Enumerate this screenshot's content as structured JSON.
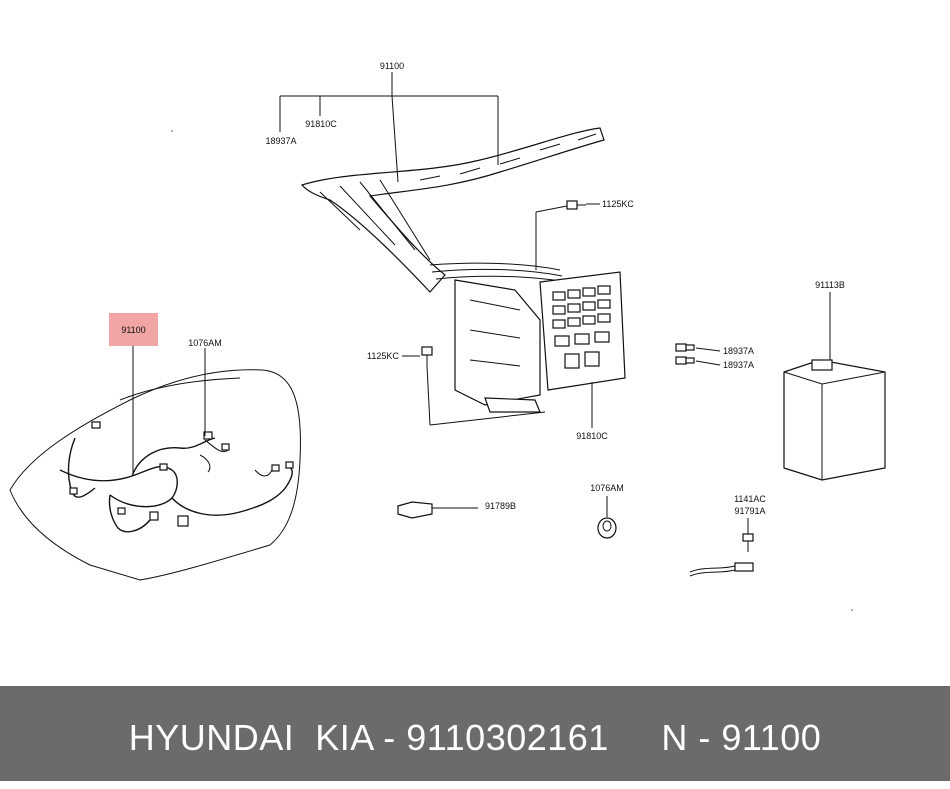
{
  "callouts": {
    "harness_top": "91100",
    "conn_91810c_top": "91810C",
    "part_18937a_top": "18937A",
    "bolt_1125kc_right": "1125KC",
    "relay_91113b": "91113B",
    "highlight_91100": "91100",
    "clip_1076am_car": "1076AM",
    "bolt_1125kc_left": "1125KC",
    "fuse_18937a_1": "18937A",
    "fuse_18937a_2": "18937A",
    "conn_91810c_bottom": "91810C",
    "plug_91789b": "91789B",
    "grommet_1076am": "1076AM",
    "bolt_1141ac": "1141AC",
    "cable_91791a": "91791A"
  },
  "highlight_color": "#f2a5a5",
  "footer": {
    "text": "HYUNDAI  KIA - 9110302161     N - 91100",
    "background": "#6b6b6b",
    "text_color": "#ffffff"
  }
}
